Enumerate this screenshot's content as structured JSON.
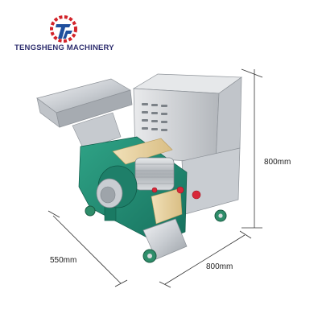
{
  "brand": {
    "name": "TENGSHENG MACHINERY",
    "logo_icon": "tengsheng-logo-icon",
    "colors": {
      "red": "#d2232a",
      "blue": "#1f4f9e",
      "text": "#2f2f6f"
    }
  },
  "dimensions": {
    "height_label": "800mm",
    "depth_label": "550mm",
    "width_label": "800mm"
  },
  "machine": {
    "icon": "fish-meat-separator-machine",
    "colors": {
      "frame": "#1f8a72",
      "steel": "#cfd3d8",
      "knob": "#d8283a",
      "wheel": "#2e8d6a"
    }
  }
}
